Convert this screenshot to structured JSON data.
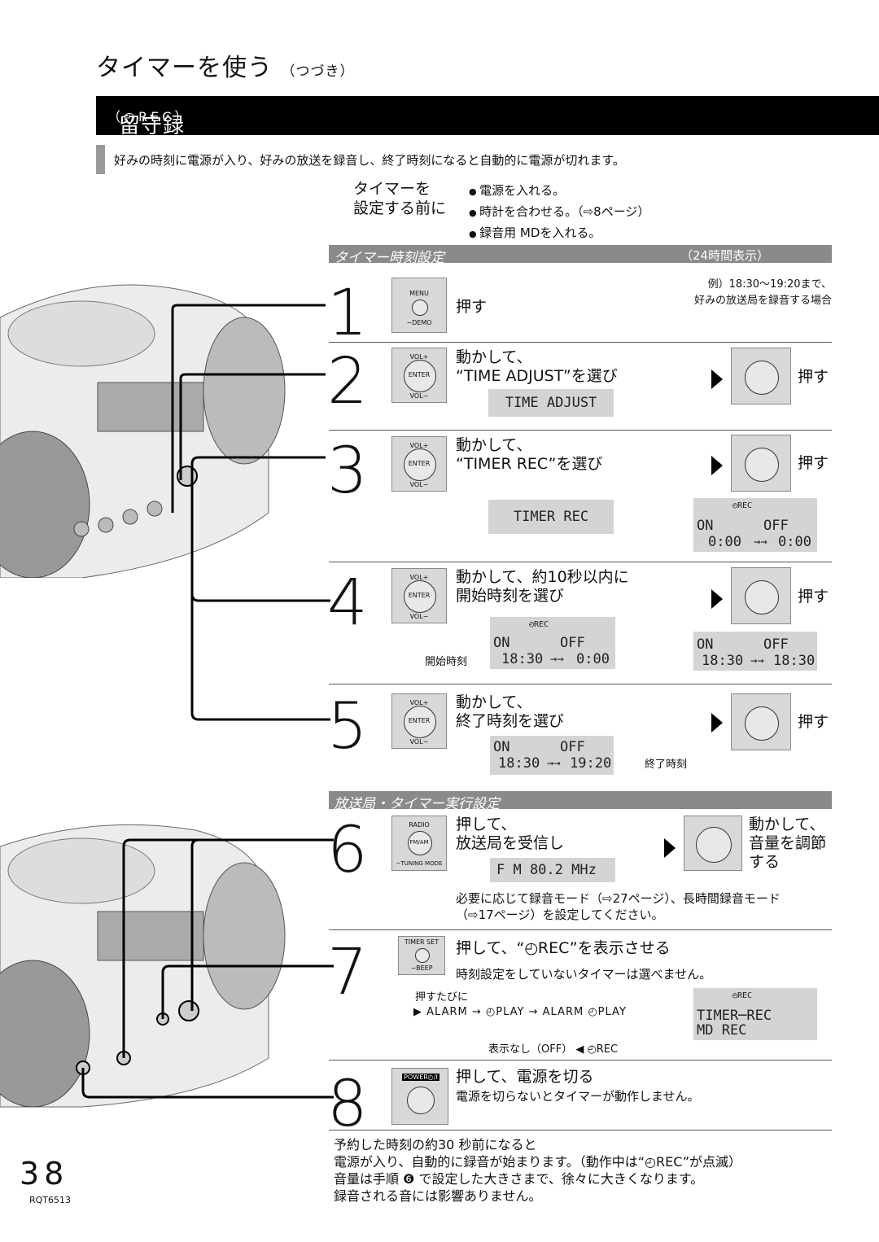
{
  "header": {
    "title": "タイマーを使う",
    "title_sub": "（つづき）"
  },
  "section": {
    "title": "留守録タイマー",
    "title_sub": "（◴REC）"
  },
  "intro": "好みの時刻に電源が入り、好みの放送を録音し、終了時刻になると自動的に電源が切れます。",
  "pre": {
    "label": [
      "タイマーを",
      "設定する前に"
    ],
    "items": [
      "電源を入れる。",
      "時計を合わせる。（⇨8ページ）",
      "録音用 MDを入れる。"
    ]
  },
  "sub1": {
    "title": "タイマー時刻設定",
    "right": "（24時間表示）"
  },
  "sub2": {
    "title": "放送局・タイマー実行設定"
  },
  "example": [
    "例）18:30～19:20まで、",
    "好みの放送局を録音する場合"
  ],
  "steps": {
    "s1": {
      "num": "1",
      "button": "MENU",
      "button_sub": "−DEMO",
      "text": "押す"
    },
    "s2": {
      "num": "2",
      "line1": "動かして、",
      "line2": "“TIME ADJUST”を選び",
      "lcd": "TIME ADJUST",
      "push": "押す"
    },
    "s3": {
      "num": "3",
      "line1": "動かして、",
      "line2": "“TIMER REC”を選び",
      "lcd": "TIMER REC",
      "push": "押す",
      "lcd2_icon": "◴REC",
      "lcd2_on": "ON",
      "lcd2_off": "OFF",
      "lcd2_t1": "0:00",
      "lcd2_arrow": "→→",
      "lcd2_t2": "0:00"
    },
    "s4": {
      "num": "4",
      "line1": "動かして、約10秒以内に",
      "line2": "開始時刻を選び",
      "push": "押す",
      "lcd_icon": "◴REC",
      "lcd_on": "ON",
      "lcd_off": "OFF",
      "lcd_t1": "18:30",
      "lcd_arrow": "→→",
      "lcd_t2": "0:00",
      "start_label": "開始時刻",
      "lcd2_on": "ON",
      "lcd2_off": "OFF",
      "lcd2_t1": "18:30",
      "lcd2_arrow": "→→",
      "lcd2_t2": "18:30"
    },
    "s5": {
      "num": "5",
      "line1": "動かして、",
      "line2": "終了時刻を選び",
      "push": "押す",
      "lcd_on": "ON",
      "lcd_off": "OFF",
      "lcd_t1": "18:30",
      "lcd_arrow": "→→",
      "lcd_t2": "19:20",
      "end_label": "終了時刻"
    },
    "s6": {
      "num": "6",
      "button": "RADIO",
      "button_mid": "FM/AM",
      "button_sub": "−TUNING MODE",
      "line1": "押して、",
      "line2": "放送局を受信し",
      "lcd": "F M  80.2 MHz",
      "right1": "動かして、",
      "right2": "音量を調節",
      "right3": "する",
      "note1": "必要に応じて録音モード（⇨27ページ）、長時間録音モード",
      "note2": "（⇨17ページ）を設定してください。"
    },
    "s7": {
      "num": "7",
      "button": "TIMER SET",
      "button_sub": "−BEEP",
      "line1": "押して、“◴REC”を表示させる",
      "line2": "時刻設定をしていないタイマーは選べません。",
      "cycle_label": "押すたびに",
      "c1": "ALARM",
      "c2": "◴PLAY",
      "c3": "ALARM ◴PLAY",
      "c4": "表示なし（OFF）",
      "c5": "◴REC",
      "lcd_icon": "◴REC",
      "lcd_l1": "TIMER─REC",
      "lcd_l2": "MD REC"
    },
    "s8": {
      "num": "8",
      "button": "POWER◴/I",
      "line1": "押して、電源を切る",
      "line2": "電源を切らないとタイマーが動作しません。"
    }
  },
  "footer": [
    "予約した時刻の約30 秒前になると",
    "電源が入り、自動的に録音が始まります。（動作中は“◴REC”が点滅）",
    "音量は手順 ❻ で設定した大きさまで、徐々に大きくなります。",
    "録音される音には影響ありません。"
  ],
  "page_number": "38",
  "doc_code": "RQT6513",
  "vol_plus": "VOL+",
  "vol_minus": "VOL−",
  "enter": "ENTER"
}
